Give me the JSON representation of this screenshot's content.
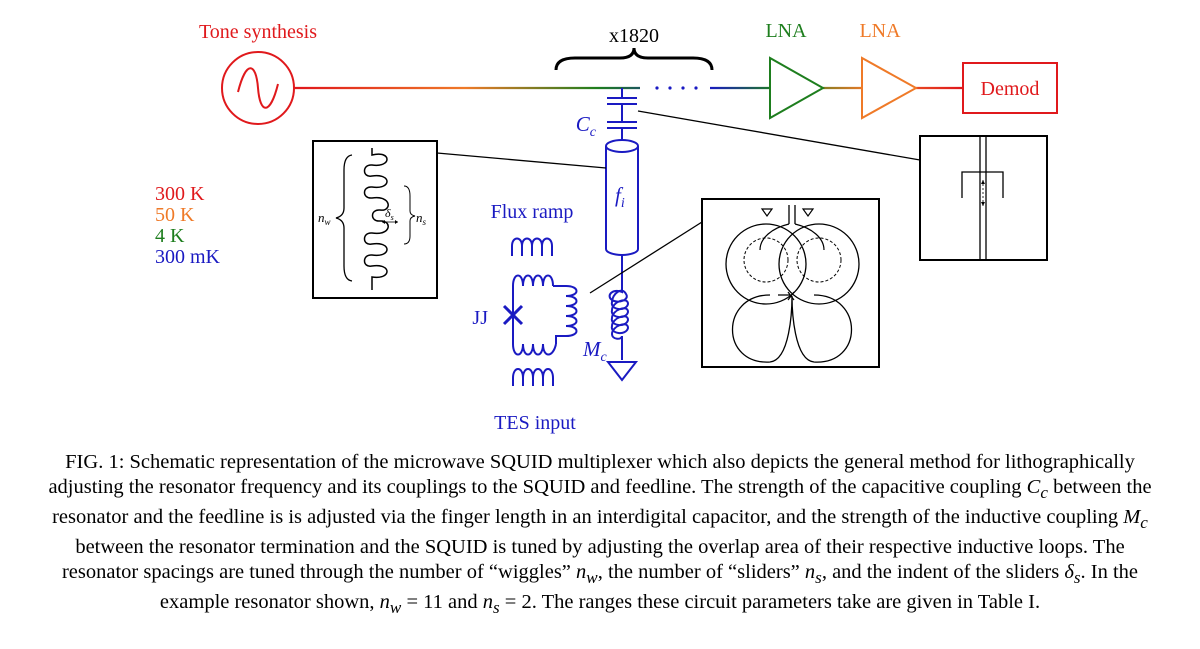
{
  "figure": {
    "tone_synthesis_label": "Tone synthesis",
    "repeat_label": "x1820",
    "lna1_label": "LNA",
    "lna2_label": "LNA",
    "demod_label": "Demod",
    "cc_label": "C",
    "cc_sub": "c",
    "fi_label": "f",
    "fi_sub": "i",
    "temperatures": [
      {
        "label": "300 K",
        "color": "#e0191c"
      },
      {
        "label": "50 K",
        "color": "#ef7a28"
      },
      {
        "label": "4 K",
        "color": "#1e7e1e"
      },
      {
        "label": "300 mK",
        "color": "#1a1ac2"
      }
    ],
    "flux_ramp_label": "Flux ramp",
    "jj_label": "JJ",
    "mc_label": "M",
    "mc_sub": "c",
    "tes_input_label": "TES input",
    "nw_label": "n",
    "nw_sub": "w",
    "ns_label": "n",
    "ns_sub": "s",
    "delta_label": "δ",
    "delta_sub": "s",
    "colors": {
      "red": "#e0191c",
      "orange": "#ef7a28",
      "green": "#1e7e1e",
      "blue": "#1a1ac2"
    }
  },
  "caption": {
    "prefix": "FIG. 1: Schematic representation of the microwave SQUID multiplexer which also depicts the general method for lithographically adjusting the resonator frequency and its couplings to the SQUID and feedline. The strength of the capacitive coupling ",
    "cc": "C",
    "cc_sub": "c",
    "part2": " between the resonator and the feedline is is adjusted via the finger length in an interdigital capacitor, and the strength of the inductive coupling ",
    "mc": "M",
    "mc_sub": "c",
    "part3": " between the resonator termination and the SQUID is tuned by adjusting the overlap area of their respective inductive loops. The resonator spacings are tuned through the number of “wiggles” ",
    "nw": "n",
    "nw_sub": "w",
    "part4": ", the number of “sliders” ",
    "ns": "n",
    "ns_sub": "s",
    "part5": ", and the indent of the sliders ",
    "delta": "δ",
    "delta_sub": "s",
    "part6": ". In the example resonator shown, ",
    "ex_nw": "n",
    "ex_nw_sub": "w",
    "ex_nw_val": " = 11 and ",
    "ex_ns": "n",
    "ex_ns_sub": "s",
    "ex_ns_val": " = 2. The ranges these circuit parameters take are given in Table I."
  }
}
